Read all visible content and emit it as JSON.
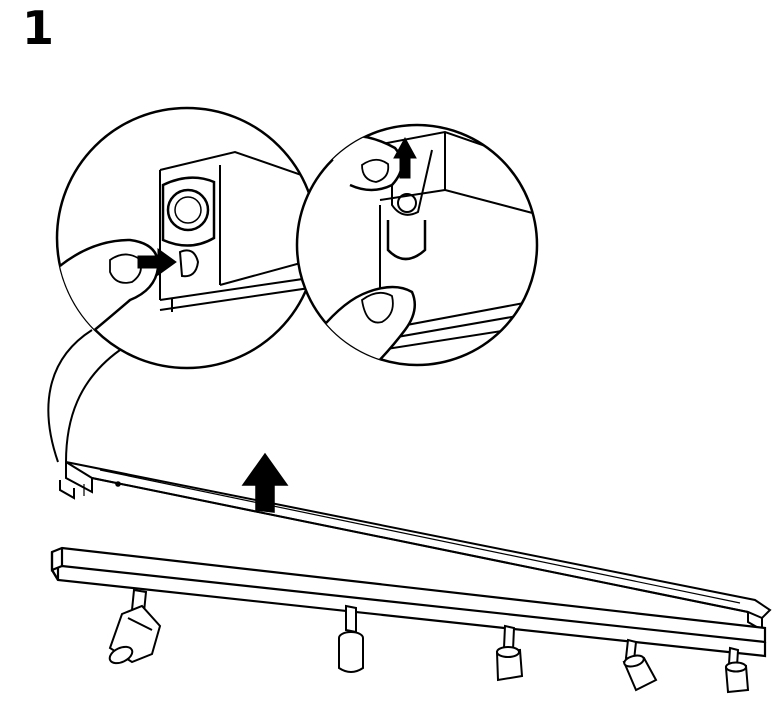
{
  "step": {
    "number": "1"
  },
  "colors": {
    "ink": "#000000",
    "paper": "#ffffff",
    "arrow_fill": "#000000"
  },
  "callouts": [
    {
      "name": "release-button-detail",
      "action": "press-inward"
    },
    {
      "name": "clip-release-detail",
      "action": "lift-up"
    }
  ]
}
